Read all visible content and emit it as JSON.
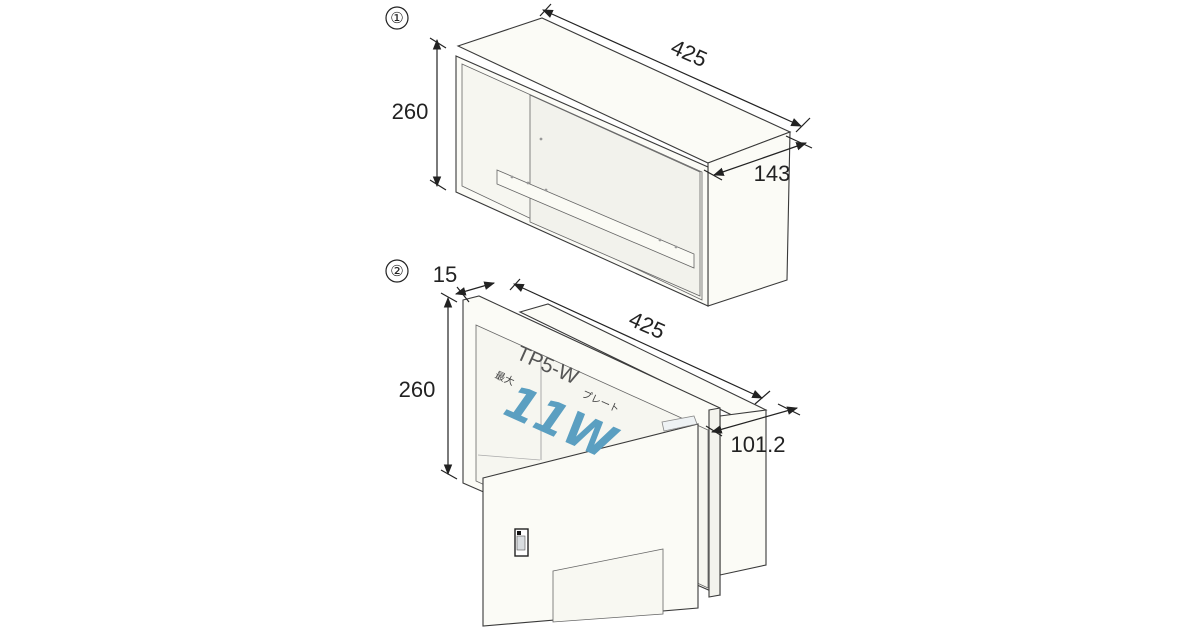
{
  "figure_1": {
    "number": "①",
    "width": "425",
    "height": "260",
    "depth": "143"
  },
  "figure_2": {
    "number": "②",
    "frame": "15",
    "width": "425",
    "height": "260",
    "depth": "101.2",
    "model": "TP5-W",
    "max_label": "最大",
    "plate_label": "プレート",
    "capacity": "11W"
  },
  "colors": {
    "capacity": "#5b9fc1",
    "line": "#222222",
    "panel": "#fbfbf6"
  }
}
